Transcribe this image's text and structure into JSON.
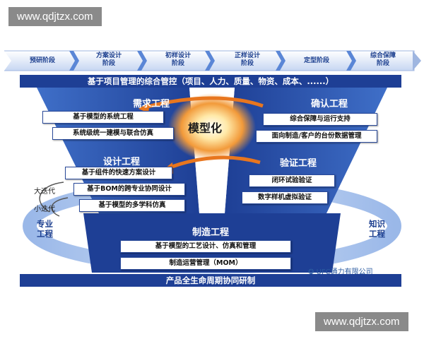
{
  "watermarks": {
    "top": "www.qdjtzx.com",
    "bottom": "www.qdjtzx.com"
  },
  "stages": [
    "预研阶段",
    "方案设计\n阶段",
    "初样设计\n阶段",
    "正样设计\n阶段",
    "定型阶段",
    "综合保障\n阶段"
  ],
  "top_banner": "基于项目管理的综合管控（项目、人力、质量、物资、成本、......）",
  "bottom_banner": "产品全生命周期协同研制",
  "center_label": "模型化",
  "sections": {
    "requirements": {
      "title": "需求工程",
      "items": [
        "基于模型的系统工程",
        "系统级统一建模与联合仿真"
      ]
    },
    "design": {
      "title": "设计工程",
      "items": [
        "基于组件的快速方案设计",
        "基于BOM的跨专业协同设计",
        "基于模型的多学科仿真"
      ]
    },
    "manufacturing": {
      "title": "制造工程",
      "items": [
        "基于模型的工艺设计、仿真和管理",
        "制造运营管理（MOM）"
      ]
    },
    "confirmation": {
      "title": "确认工程",
      "items": [
        "综合保障与运行支持",
        "面向制造/客户的台份数据管理"
      ]
    },
    "verification": {
      "title": "验证工程",
      "items": [
        "闭环试验验证",
        "数字样机虚拟验证"
      ]
    }
  },
  "iterations": {
    "big": "大迭代",
    "small": "小迭代"
  },
  "side_labels": {
    "left": "专业\n工程",
    "right": "知识\n工程"
  },
  "credit": "UFC通力有限公司",
  "colors": {
    "primary_blue": "#1e3f95",
    "light_blue": "#5a86d6",
    "orange": "#e8761e"
  }
}
